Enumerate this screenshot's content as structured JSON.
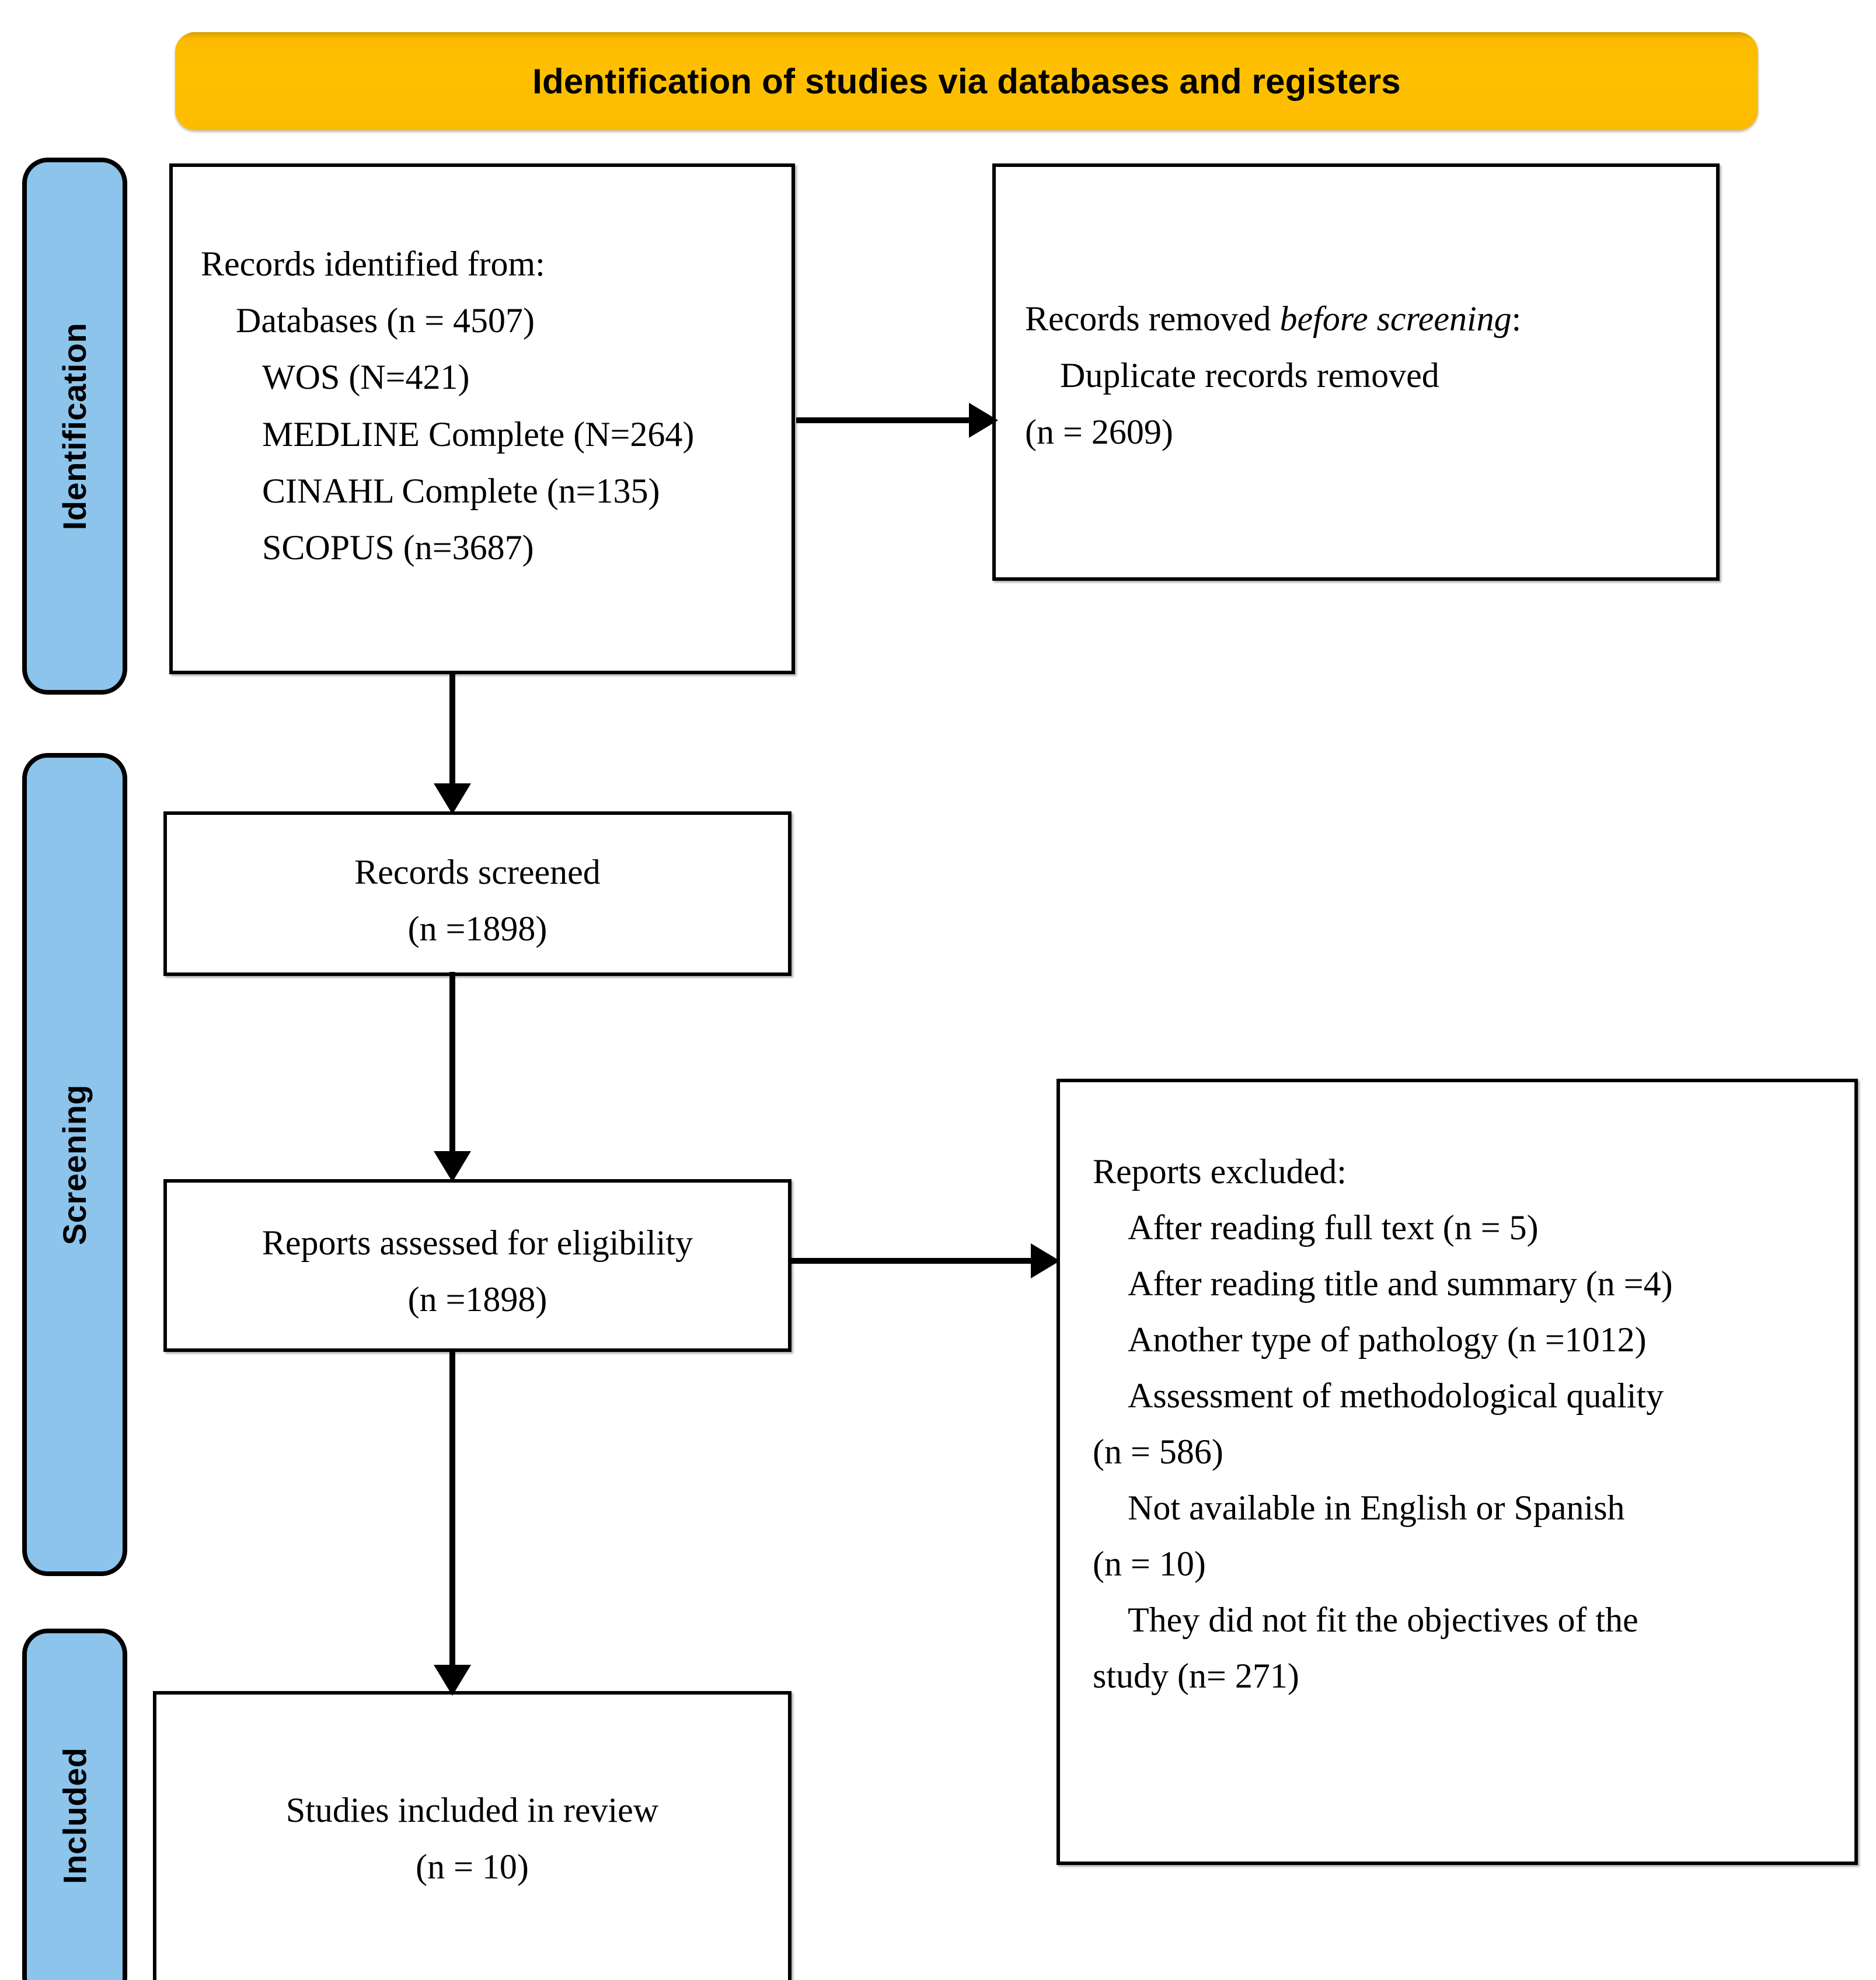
{
  "header": {
    "title": "Identification of studies via databases and registers",
    "color": "#FFC000"
  },
  "stages": {
    "identification": "Identification",
    "screening": "Screening",
    "included": "Included",
    "color": "#8CC4EC"
  },
  "boxes": {
    "identified": {
      "title": "Records identified from:",
      "sources_heading": "Databases (n = 4507)",
      "sources": [
        "WOS (N=421)",
        "MEDLINE Complete (N=264)",
        "CINAHL Complete (n=135)",
        "SCOPUS (n=3687)"
      ]
    },
    "removed": {
      "title_plain": "Records removed ",
      "title_italic": "before screening",
      "title_tail": ":",
      "line1": "Duplicate records removed",
      "line2": "(n = 2609)"
    },
    "screened": {
      "title": "Records screened",
      "count": "(n =1898)"
    },
    "assessed": {
      "title": "Reports assessed for eligibility",
      "count": "(n =1898)"
    },
    "included": {
      "title": "Studies included in review",
      "count": "(n = 10)"
    },
    "excluded": {
      "title": "Reports excluded:",
      "reasons": [
        "After reading full text (n = 5)",
        "After reading title and summary (n =4)",
        "Another type of pathology (n =1012)",
        "Assessment of methodological quality",
        "(n = 586)",
        "Not available in English or Spanish",
        "(n = 10)",
        "They did not fit the objectives of the",
        "study (n= 271)"
      ]
    }
  },
  "flow": {
    "arrows": [
      "identified-to-removed",
      "identified-to-screened",
      "screened-to-assessed",
      "assessed-to-included",
      "assessed-to-excluded"
    ]
  }
}
